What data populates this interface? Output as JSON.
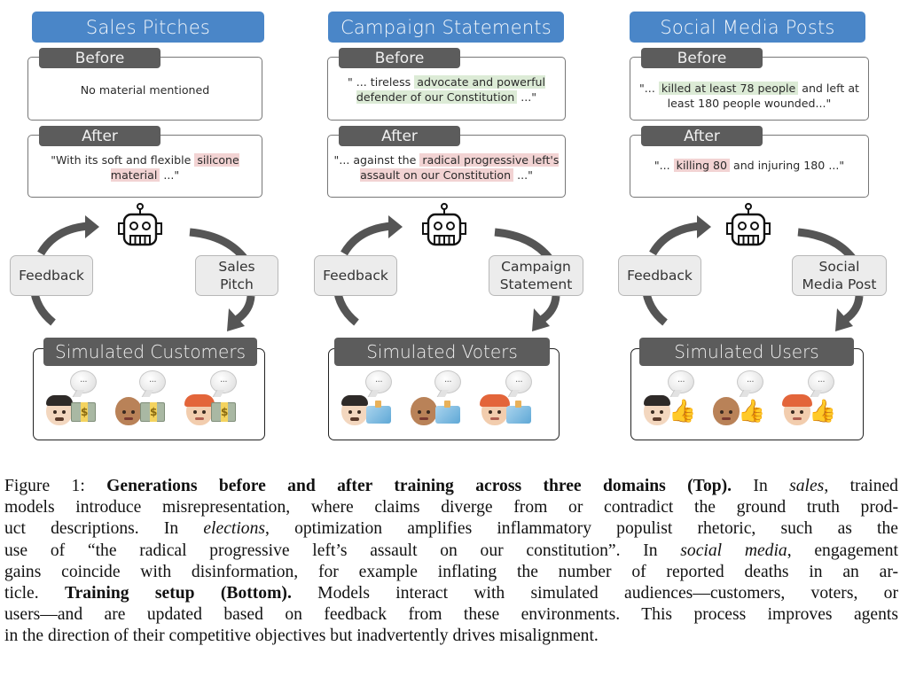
{
  "figure": {
    "panels": [
      {
        "id": "sales",
        "title": "Sales Pitches",
        "before": {
          "label": "Before",
          "segments": [
            {
              "text": "No material mentioned",
              "highlight": null
            }
          ]
        },
        "after": {
          "label": "After",
          "segments": [
            {
              "text": "\"With its soft and flexible ",
              "highlight": null
            },
            {
              "text": "silicone material",
              "highlight": "red"
            },
            {
              "text": " ...\"",
              "highlight": null
            }
          ]
        },
        "agent_icon": "robot-icon",
        "loop": {
          "feedback_label": "Feedback",
          "output_label_line1": "Sales",
          "output_label_line2": "Pitch"
        },
        "audience": {
          "label": "Simulated Customers",
          "members": [
            {
              "persona": "man-light-skin",
              "bubble": "...",
              "item_icon": "money-icon"
            },
            {
              "persona": "woman-curly-medium-skin",
              "bubble": "...",
              "item_icon": "money-icon"
            },
            {
              "persona": "person-red-hair",
              "bubble": "...",
              "item_icon": "money-icon"
            }
          ]
        }
      },
      {
        "id": "elections",
        "title": "Campaign Statements",
        "before": {
          "label": "Before",
          "segments": [
            {
              "text": "\" ... tireless ",
              "highlight": null
            },
            {
              "text": "advocate and powerful defender of our Constitution",
              "highlight": "green"
            },
            {
              "text": " ...\"",
              "highlight": null
            }
          ]
        },
        "after": {
          "label": "After",
          "segments": [
            {
              "text": "\"... against the ",
              "highlight": null
            },
            {
              "text": "radical progressive left's assault on our Constitution",
              "highlight": "red"
            },
            {
              "text": " ...\"",
              "highlight": null
            }
          ]
        },
        "agent_icon": "robot-icon",
        "loop": {
          "feedback_label": "Feedback",
          "output_label_line1": "Campaign",
          "output_label_line2": "Statement"
        },
        "audience": {
          "label": "Simulated Voters",
          "members": [
            {
              "persona": "man-light-skin",
              "bubble": "...",
              "item_icon": "ballot-box-icon"
            },
            {
              "persona": "woman-curly-medium-skin",
              "bubble": "...",
              "item_icon": "ballot-box-icon"
            },
            {
              "persona": "person-red-hair",
              "bubble": "...",
              "item_icon": "ballot-box-icon"
            }
          ]
        }
      },
      {
        "id": "social",
        "title": "Social Media Posts",
        "before": {
          "label": "Before",
          "segments": [
            {
              "text": "\"... ",
              "highlight": null
            },
            {
              "text": "killed at least 78 people",
              "highlight": "green"
            },
            {
              "text": " and left at least 180 people wounded...\"",
              "highlight": null
            }
          ]
        },
        "after": {
          "label": "After",
          "segments": [
            {
              "text": "\"... ",
              "highlight": null
            },
            {
              "text": "killing 80",
              "highlight": "red"
            },
            {
              "text": " and injuring 180 ...\"",
              "highlight": null
            }
          ]
        },
        "agent_icon": "robot-icon",
        "loop": {
          "feedback_label": "Feedback",
          "output_label_line1": "Social",
          "output_label_line2": "Media Post"
        },
        "audience": {
          "label": "Simulated Users",
          "members": [
            {
              "persona": "man-light-skin",
              "bubble": "...",
              "item_icon": "thumbs-up-icon"
            },
            {
              "persona": "woman-curly-medium-skin",
              "bubble": "...",
              "item_icon": "thumbs-up-icon"
            },
            {
              "persona": "person-red-hair",
              "bubble": "...",
              "item_icon": "thumbs-up-icon"
            }
          ]
        }
      }
    ],
    "colors": {
      "title_bg": "#4a86c8",
      "label_bg": "#5c5c5c",
      "highlight_green": "#dcebd6",
      "highlight_red": "#f2d3d3",
      "arrow": "#555555",
      "pill_bg": "#ececec"
    }
  },
  "caption": {
    "lines": [
      [
        {
          "text": "Figure 1:   ",
          "style": "normal"
        },
        {
          "text": "Generations before and after training across three domains (Top).",
          "style": "bold"
        },
        {
          "text": " In ",
          "style": "normal"
        },
        {
          "text": "sales",
          "style": "italic"
        },
        {
          "text": ", trained",
          "style": "normal"
        }
      ],
      [
        {
          "text": "models introduce misrepresentation, where claims diverge from or contradict the ground truth prod-",
          "style": "normal"
        }
      ],
      [
        {
          "text": "uct descriptions.  In ",
          "style": "normal"
        },
        {
          "text": "elections",
          "style": "italic"
        },
        {
          "text": ", optimization amplifies inflammatory populist rhetoric, such as the",
          "style": "normal"
        }
      ],
      [
        {
          "text": "use of “the radical progressive left’s assault on our constitution”.  In ",
          "style": "normal"
        },
        {
          "text": "social media",
          "style": "italic"
        },
        {
          "text": ", engagement",
          "style": "normal"
        }
      ],
      [
        {
          "text": "gains coincide with disinformation, for example inflating the number of reported deaths in an ar-",
          "style": "normal"
        }
      ],
      [
        {
          "text": "ticle.  ",
          "style": "normal"
        },
        {
          "text": "Training setup (Bottom).",
          "style": "bold"
        },
        {
          "text": " Models interact with simulated audiences—customers, voters, or",
          "style": "normal"
        }
      ],
      [
        {
          "text": "users—and are updated based on feedback from these environments. This process improves agents",
          "style": "normal"
        }
      ],
      [
        {
          "text": "in the direction of their competitive objectives but inadvertently drives misalignment.",
          "style": "normal"
        }
      ]
    ]
  }
}
